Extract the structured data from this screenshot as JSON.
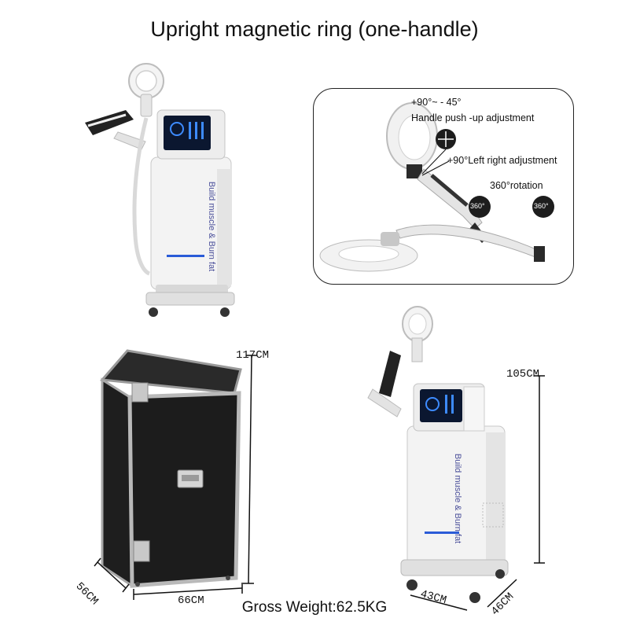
{
  "title": "Upright magnetic ring (one-handle)",
  "machine": {
    "side_text": "Build muscle & Burn fat"
  },
  "detail_panel": {
    "angle_range": "+90°~ - 45°",
    "push_up": "Handle push -up adjustment",
    "left_right": "+90°Left right adjustment",
    "rotation": "360°rotation",
    "badge_left": "360°",
    "badge_right": "360°"
  },
  "flight_case": {
    "height": "117CM",
    "depth": "56CM",
    "width": "66CM"
  },
  "machine_dims": {
    "height": "105CM",
    "width": "43CM",
    "depth": "46CM"
  },
  "gross_weight": "Gross Weight:62.5KG",
  "colors": {
    "case_black": "#1c1c1c",
    "case_aluminum": "#b9b9b9",
    "machine_white": "#f2f2f2",
    "accent_blue": "#2a5bd7",
    "screen": "#0b1730"
  }
}
